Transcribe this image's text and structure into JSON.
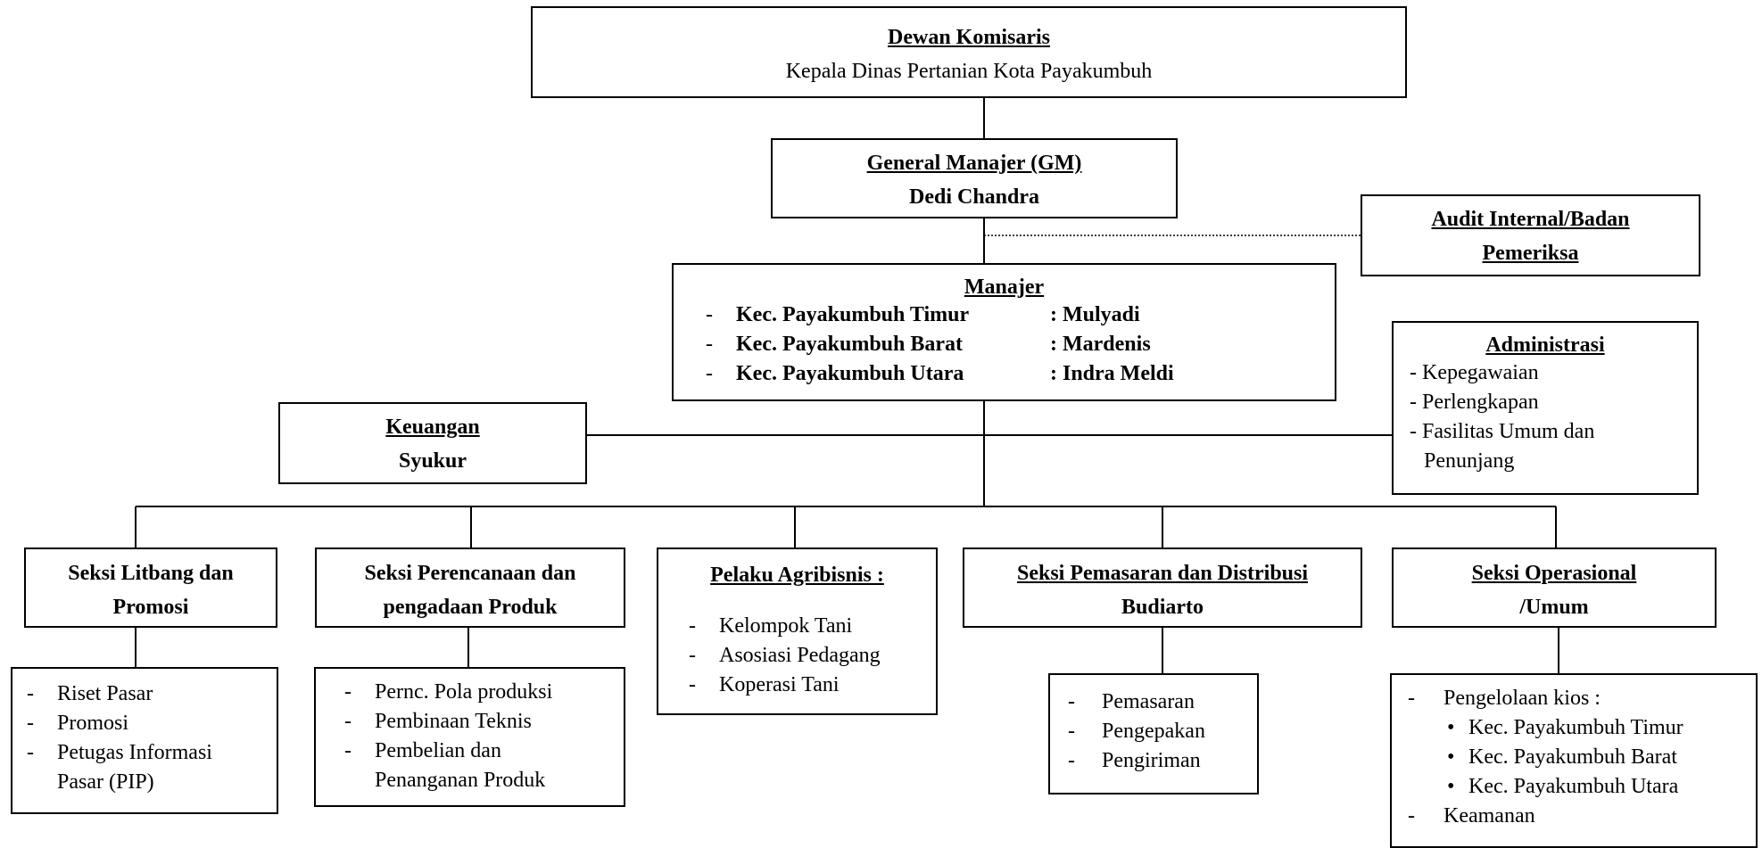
{
  "dewan": {
    "title": "Dewan Komisaris",
    "subtitle": "Kepala Dinas Pertanian Kota Payakumbuh"
  },
  "gm": {
    "title": "General Manajer (GM)",
    "name": "Dedi Chandra"
  },
  "audit": {
    "line1": "Audit Internal/Badan",
    "line2": "Pemeriksa"
  },
  "manajer": {
    "title": "Manajer",
    "items": [
      {
        "area": "Kec. Payakumbuh Timur",
        "name": ": Mulyadi"
      },
      {
        "area": "Kec. Payakumbuh Barat",
        "name": ": Mardenis"
      },
      {
        "area": "Kec. Payakumbuh Utara",
        "name": ": Indra Meldi"
      }
    ]
  },
  "administrasi": {
    "title": "Administrasi",
    "items": [
      "- Kepegawaian",
      "- Perlengkapan",
      "- Fasilitas Umum dan",
      "Penunjang"
    ]
  },
  "keuangan": {
    "title": "Keuangan",
    "name": "Syukur"
  },
  "litbang": {
    "line1": "Seksi Litbang dan",
    "line2": "Promosi",
    "items": [
      "Riset Pasar",
      "Promosi",
      "Petugas Informasi",
      "Pasar (PIP)"
    ]
  },
  "perencanaan": {
    "line1": "Seksi Perencanaan dan",
    "line2": "pengadaan Produk",
    "items": [
      "Pernc. Pola produksi",
      "Pembinaan Teknis",
      "Pembelian dan",
      "Penanganan Produk"
    ]
  },
  "pelaku": {
    "title": "Pelaku Agribisnis :",
    "items": [
      "Kelompok Tani",
      "Asosiasi Pedagang",
      "Koperasi Tani"
    ]
  },
  "pemasaran": {
    "title": "Seksi Pemasaran dan Distribusi",
    "name": "Budiarto",
    "items": [
      "Pemasaran",
      "Pengepakan",
      "Pengiriman"
    ]
  },
  "operasional": {
    "line1": "Seksi Operasional",
    "line2": "/Umum",
    "kios_label": "Pengelolaan kios :",
    "kios": [
      "Kec. Payakumbuh Timur",
      "Kec. Payakumbuh Barat",
      "Kec. Payakumbuh Utara"
    ],
    "last": "Keamanan"
  },
  "dash": "-",
  "bullet": "•"
}
